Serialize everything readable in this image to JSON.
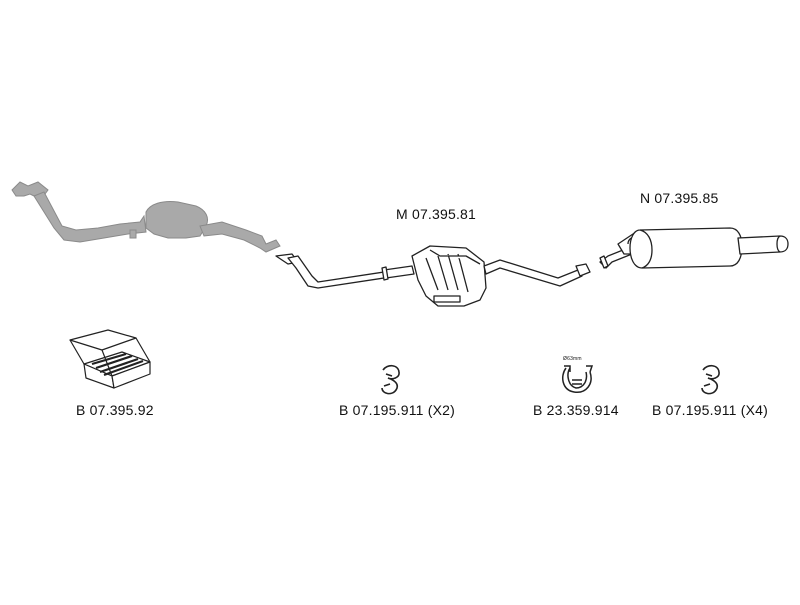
{
  "parts": {
    "manifold_section": {
      "shaded": true
    },
    "middle_silencer": {
      "part_no": "M 07.395.81"
    },
    "rear_silencer": {
      "part_no": "N 07.395.85"
    }
  },
  "fittings": {
    "mounting_kit": {
      "part_no": "B 07.395.92"
    },
    "ring_x2": {
      "part_no": "B 07.195.911 (X2)"
    },
    "clamp": {
      "part_no": "B 23.359.914",
      "size_text": "Ø63mm"
    },
    "ring_x4": {
      "part_no": "B 07.195.911 (X4)"
    }
  },
  "colors": {
    "outline": "#222222",
    "shaded_part": "#a9a9a9",
    "pipe_fill": "#ffffff",
    "background": "#ffffff"
  }
}
